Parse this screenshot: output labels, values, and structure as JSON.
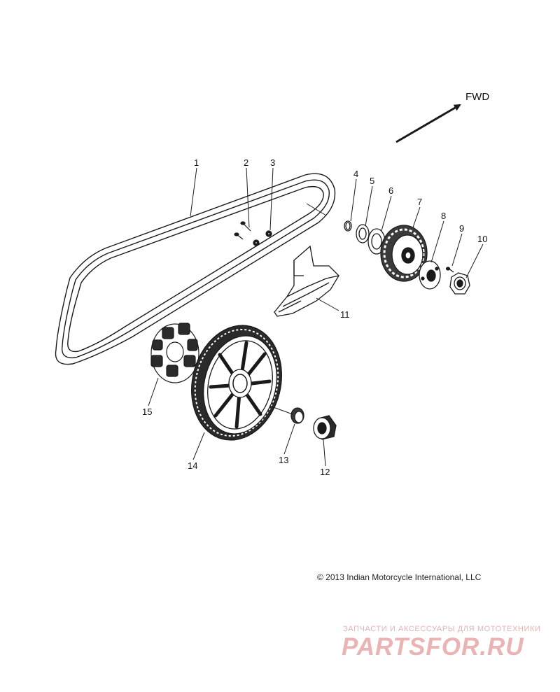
{
  "direction_label": "FWD",
  "callouts": [
    "1",
    "2",
    "3",
    "4",
    "5",
    "6",
    "7",
    "8",
    "9",
    "10",
    "11",
    "12",
    "13",
    "14",
    "15"
  ],
  "copyright": "© 2013 Indian Motorcycle International, LLC",
  "watermark": {
    "tagline": "ЗАПЧАСТИ И АКСЕССУАРЫ ДЛЯ МОТОТЕХНИКИ",
    "site": "PARTSFOR.RU"
  },
  "colors": {
    "line": "#1a1a1a",
    "watermark": "#e8a9a9"
  }
}
